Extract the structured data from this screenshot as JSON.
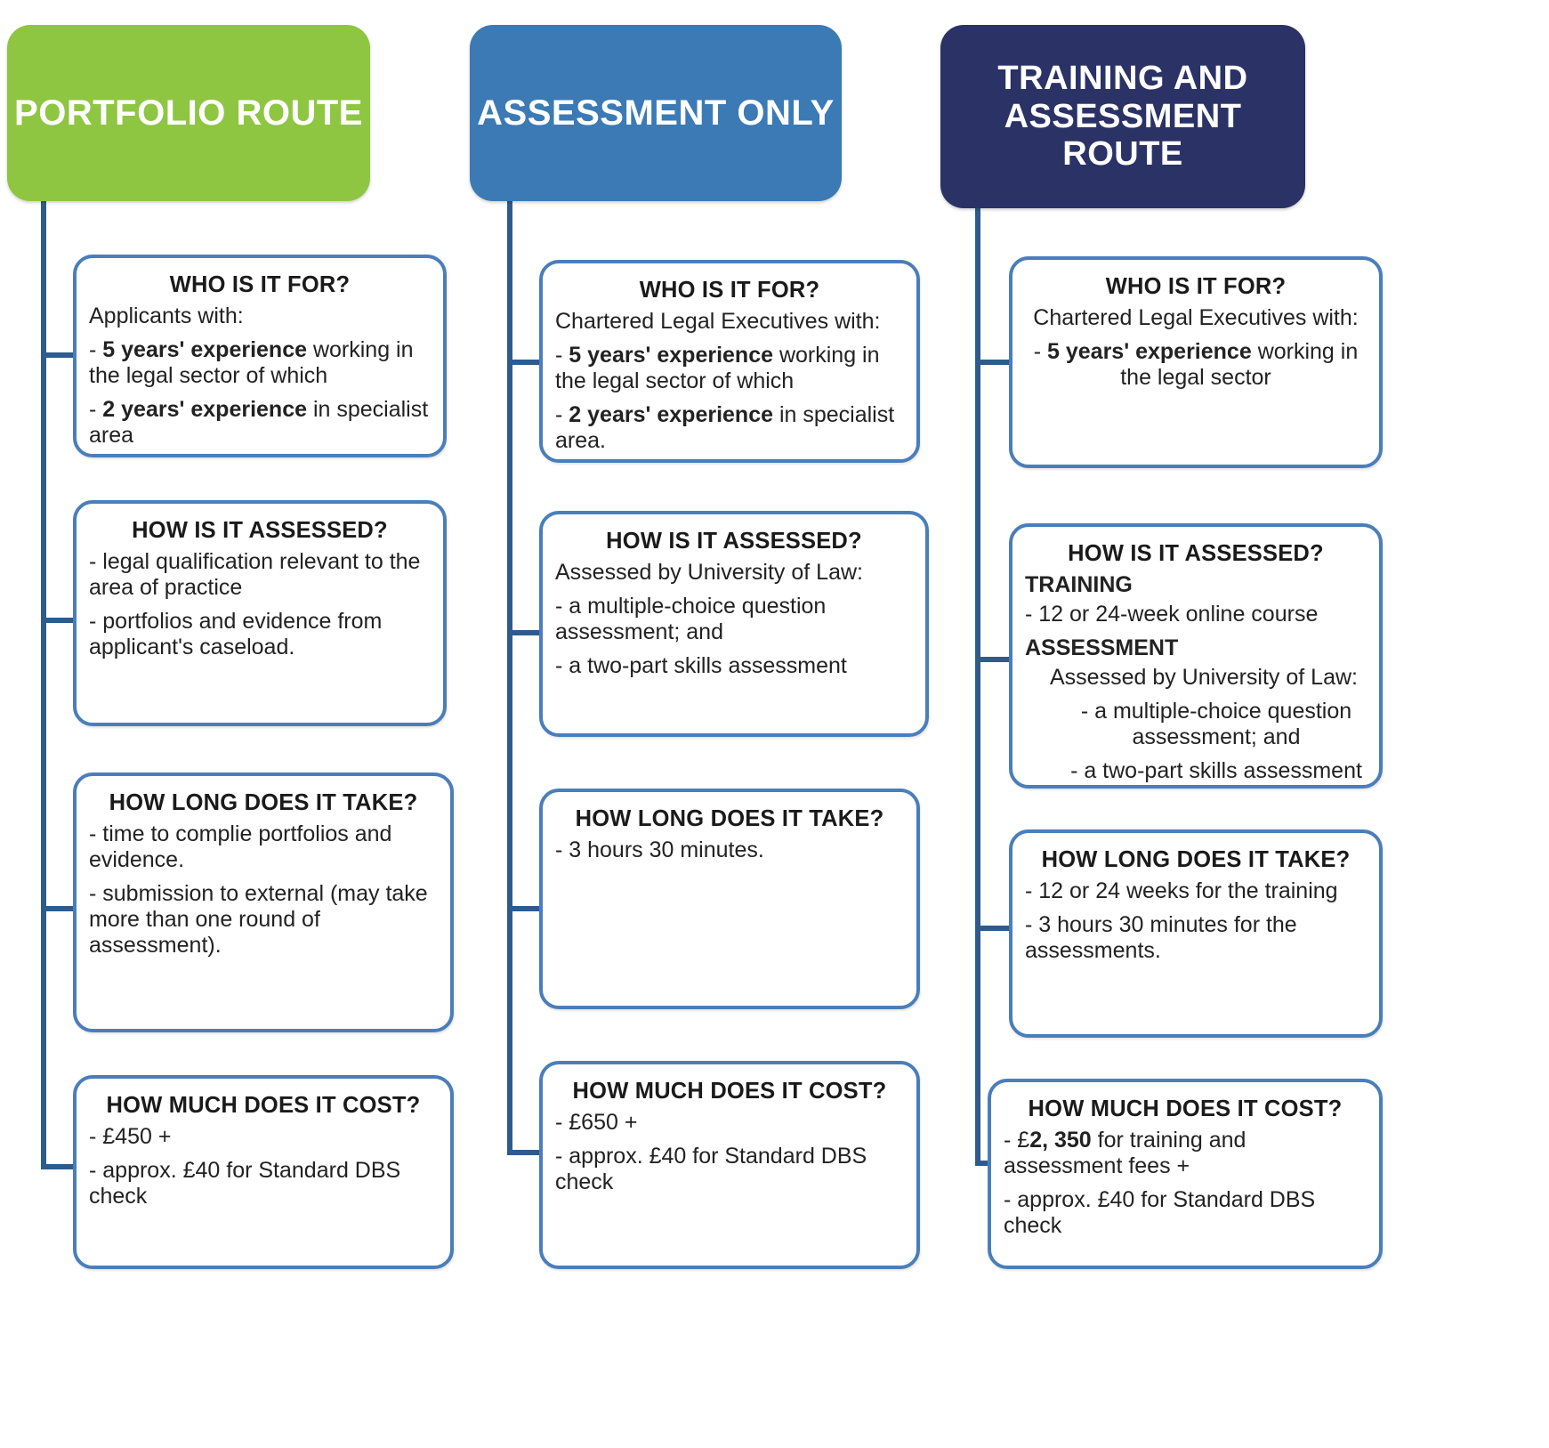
{
  "diagram": {
    "title": "Routes to qualification comparison chart",
    "colors": {
      "portfolio_header": "#8ec641",
      "assessment_header": "#3b7ab5",
      "training_header": "#2a3266",
      "card_border": "#4a7ebb",
      "connector": "#2e5b8e",
      "background": "#ffffff"
    }
  },
  "columns": [
    {
      "id": "portfolio",
      "header": "PORTFOLIO ROUTE",
      "cards": [
        {
          "id": "who-is-it-for",
          "title": "WHO IS IT FOR?",
          "lines": [
            {
              "text": "Applicants with:"
            },
            {
              "pre": "-  ",
              "bold": "5 years' experience",
              "post": " working in the legal sector of which"
            },
            {
              "pre": "- ",
              "bold": "2 years' experience",
              "post": " in specialist area"
            }
          ]
        },
        {
          "id": "how-is-it-assessed",
          "title": "HOW IS IT ASSESSED?",
          "lines": [
            {
              "text": "- legal qualification relevant to the area of practice"
            },
            {
              "text": "- portfolios and evidence from applicant's caseload."
            }
          ]
        },
        {
          "id": "how-long-does-it-take",
          "title": "HOW LONG DOES IT TAKE?",
          "lines": [
            {
              "text": "- time to complie portfolios and evidence."
            },
            {
              "text": "- submission to external (may take more than one round of assessment)."
            }
          ]
        },
        {
          "id": "how-much-does-it-cost",
          "title": "HOW MUCH DOES IT COST?",
          "lines": [
            {
              "text": "- £450 +"
            },
            {
              "text": "- approx. £40 for Standard DBS check"
            }
          ]
        }
      ]
    },
    {
      "id": "assessment-only",
      "header": "ASSESSMENT ONLY",
      "cards": [
        {
          "id": "who-is-it-for",
          "title": "WHO IS IT FOR?",
          "lines": [
            {
              "text": "Chartered Legal Executives with:"
            },
            {
              "pre": "-  ",
              "bold": "5 years' experience",
              "post": " working in the legal sector of which"
            },
            {
              "pre": "- ",
              "bold": "2 years' experience",
              "post": " in specialist area."
            }
          ]
        },
        {
          "id": "how-is-it-assessed",
          "title": "HOW IS IT ASSESSED?",
          "lines": [
            {
              "text": "Assessed by University of Law:"
            },
            {
              "text": "- a multiple-choice question assessment; and"
            },
            {
              "text": "- a two-part skills assessment"
            }
          ]
        },
        {
          "id": "how-long-does-it-take",
          "title": "HOW LONG DOES IT TAKE?",
          "lines": [
            {
              "text": "- 3 hours 30 minutes."
            }
          ]
        },
        {
          "id": "how-much-does-it-cost",
          "title": "HOW MUCH DOES IT COST?",
          "lines": [
            {
              "text": "- £650 +"
            },
            {
              "text": "- approx. £40 for Standard DBS check"
            }
          ]
        }
      ]
    },
    {
      "id": "training-and-assessment",
      "header": "TRAINING AND ASSESSMENT ROUTE",
      "cards": [
        {
          "id": "who-is-it-for",
          "title": "WHO IS IT FOR?",
          "lines": [
            {
              "text": "Chartered Legal Executives with:",
              "align": "center"
            },
            {
              "pre": "-  ",
              "bold": "5 years' experience",
              "post": " working in the legal sector",
              "align": "center"
            }
          ]
        },
        {
          "id": "how-is-it-assessed",
          "title": "HOW IS IT ASSESSED?",
          "lines": [
            {
              "text": "TRAINING",
              "style": "sub"
            },
            {
              "text": "- 12 or 24-week online course"
            },
            {
              "text": "ASSESSMENT",
              "style": "sub"
            },
            {
              "text": "Assessed by University of Law:",
              "indent": 1
            },
            {
              "text": "- a multiple-choice question assessment; and",
              "indent": 2,
              "align": "center"
            },
            {
              "text": "- a two-part skills assessment",
              "indent": 2,
              "align": "center"
            }
          ]
        },
        {
          "id": "how-long-does-it-take",
          "title": "HOW LONG DOES IT TAKE?",
          "lines": [
            {
              "text": "- 12 or 24 weeks for the training"
            },
            {
              "text": "- 3 hours 30 minutes for the assessments."
            }
          ]
        },
        {
          "id": "how-much-does-it-cost",
          "title": "HOW MUCH DOES IT COST?",
          "lines": [
            {
              "pre": "- £",
              "bold": "2, 350",
              "post": " for training and assessment fees +"
            },
            {
              "text": "- approx. £40 for Standard DBS check"
            }
          ]
        }
      ]
    }
  ]
}
